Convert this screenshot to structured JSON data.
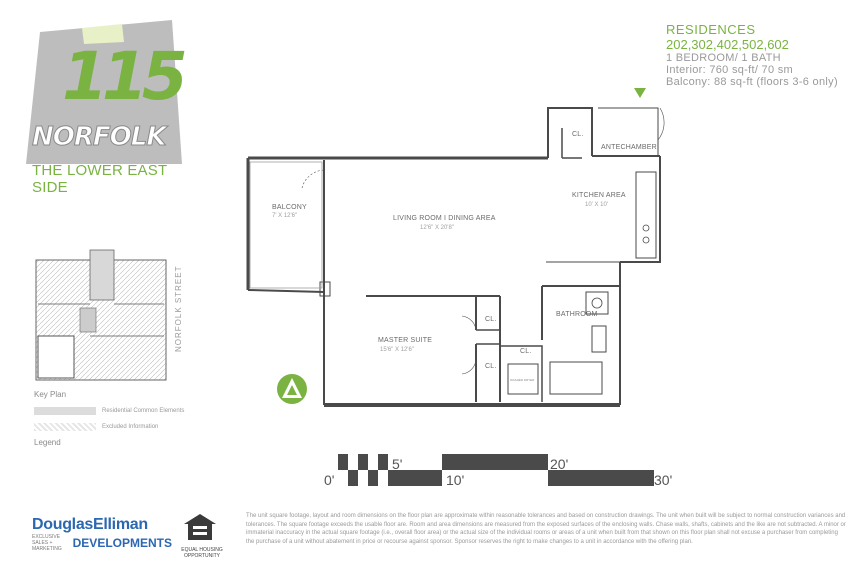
{
  "logo": {
    "number": "115",
    "name": "NORFOLK",
    "subtitle": "THE LOWER EAST SIDE"
  },
  "residences": {
    "title": "RESIDENCES",
    "units": "202,302,402,502,602",
    "type": "1 BEDROOM/ 1 BATH",
    "interior": "Interior: 760 sq-ft/ 70 sm",
    "balcony": "Balcony: 88 sq-ft (floors 3-6 only)"
  },
  "rooms": {
    "cl1": "CL.",
    "antechamber": "ANTECHAMBER",
    "kitchen": "KITCHEN AREA",
    "kitchen_dim": "10' X 10'",
    "balcony": "BALCONY",
    "balcony_dim": "7' X 12'6\"",
    "living": "LIVING ROOM I DINING AREA",
    "living_dim": "12'6\" X 20'8\"",
    "bathroom": "BATHROOM",
    "master": "MASTER SUITE",
    "master_dim": "15'6\" X 12'6\"",
    "cl2": "CL.",
    "cl3": "CL.",
    "cl4": "CL.",
    "washer": "WASHER DRYER"
  },
  "key_plan": {
    "street": "NORFOLK STREET",
    "title": "Key Plan",
    "legend_1": "Residential Common Elements",
    "legend_2": "Excluded Information",
    "legend": "Legend"
  },
  "scale": {
    "zero": "0'",
    "five": "5'",
    "ten": "10'",
    "twenty": "20'",
    "thirty": "30'"
  },
  "footer": {
    "disclaimer": "The unit square footage, layout and room dimensions on the floor plan are approximate within reasonable tolerances and based on construction drawings. The unit when built will be subject to normal construction variances and tolerances. The square footage exceeds the usable floor are. Room and area dimensions are measured from the exposed surfaces of the enclosing walls. Chase walls, shafts, cabinets and the like are not subtracted. A minor or immaterial inaccuracy in the actual square footage (i.e., overall floor area) or the actual size of the individual rooms or areas of a unit when built from that shown on this floor plan shall not excuse a purchaser from completing the purchase of a unit without abatement in price or recourse against sponsor. Sponsor reserves the right to make changes to a unit in accordance with the offering plan.",
    "brand": "DouglasElliman",
    "brand_small": "EXCLUSIVE SALES + MARKETING",
    "brand_dev": "DEVELOPMENTS",
    "eho": "EQUAL HOUSING OPPORTUNITY"
  },
  "colors": {
    "accent_green": "#7ab342",
    "brand_blue": "#2c67b1",
    "wall": "#4a4a4a"
  }
}
